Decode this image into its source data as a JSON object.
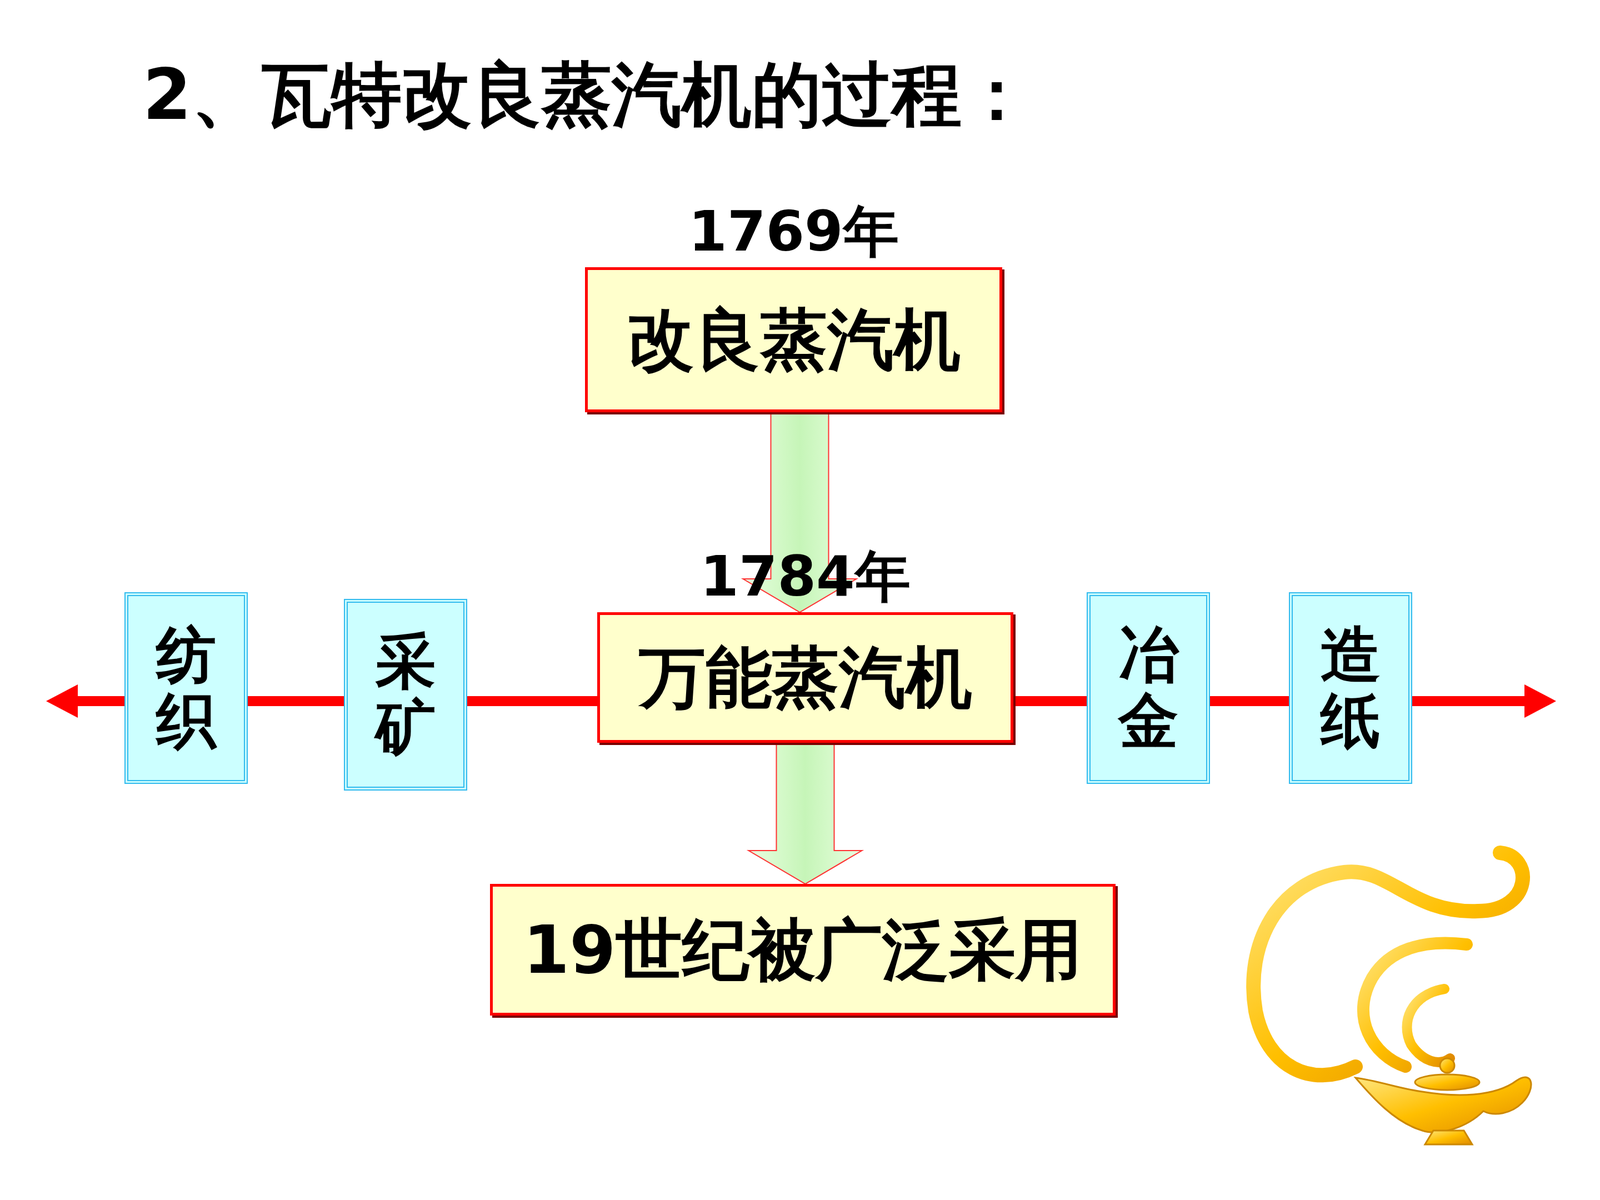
{
  "diagram": {
    "title": "2、瓦特改良蒸汽机的过程：",
    "nodes": [
      {
        "text": [
          "1769年",
          "改良蒸汽机"
        ]
      },
      {
        "text": [
          "纺织"
        ]
      },
      {
        "text": [
          "采矿"
        ]
      },
      {
        "text": [
          "1784年",
          "万能蒸汽机"
        ]
      },
      {
        "text": [
          "冶金"
        ]
      },
      {
        "text": [
          "造纸"
        ]
      },
      {
        "text": [
          "19世纪被广泛采用"
        ]
      }
    ],
    "edges": [
      {
        "from": 0,
        "to": 3,
        "arrow": "to"
      },
      {
        "from": 3,
        "to": 2,
        "arrow": "none"
      },
      {
        "from": 2,
        "to": 1,
        "arrow": "none"
      },
      {
        "from": 3,
        "to": 4,
        "arrow": "none"
      },
      {
        "from": 4,
        "to": 5,
        "arrow": "none"
      },
      {
        "from": 3,
        "to": 6,
        "arrow": "to"
      }
    ]
  }
}
